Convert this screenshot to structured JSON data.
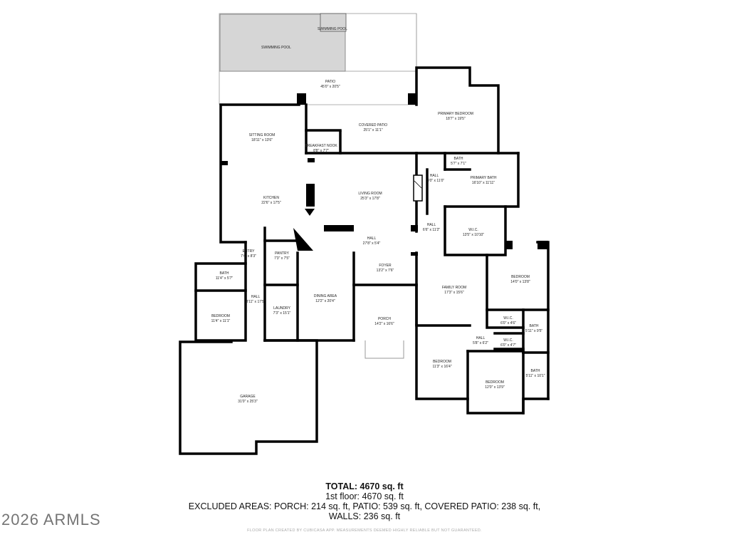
{
  "colors": {
    "wall": "#000000",
    "pool_fill": "#d6d6d6",
    "thin_line": "#9a9a9a",
    "window": "#ffffff"
  },
  "rooms": {
    "swimming_pool_large": {
      "name": "SWIMMING POOL",
      "dims": ""
    },
    "swimming_pool_small": {
      "name": "SWIMMING POOL",
      "dims": ""
    },
    "patio": {
      "name": "PATIO",
      "dims": "45'0\" x 20'5\""
    },
    "covered_patio": {
      "name": "COVERED PATIO",
      "dims": "25'1\" x 11'1\""
    },
    "primary_bedroom": {
      "name": "PRIMARY BEDROOM",
      "dims": "18'7\" x 19'5\""
    },
    "sitting_room": {
      "name": "SITTING ROOM",
      "dims": "18'11\" x 13'6\""
    },
    "breakfast_nook": {
      "name": "BREAKFAST NOOK",
      "dims": "8'8\" x 7'7\""
    },
    "bath_primary_small": {
      "name": "BATH",
      "dims": "5'7\" x 7'1\""
    },
    "hall_primary": {
      "name": "HALL",
      "dims": "3'0\" x 11'0\""
    },
    "primary_bath": {
      "name": "PRIMARY BATH",
      "dims": "16'10\" x 11'11\""
    },
    "kitchen": {
      "name": "KITCHEN",
      "dims": "22'6\" x 17'5\""
    },
    "living_room": {
      "name": "LIVING ROOM",
      "dims": "25'3\" x 17'8\""
    },
    "hall_east": {
      "name": "HALL",
      "dims": "6'6\" x 11'2\""
    },
    "wic_primary": {
      "name": "W.I.C.",
      "dims": "13'5\" x 10'10\""
    },
    "hall_central": {
      "name": "HALL",
      "dims": "27'8\" x 5'4\""
    },
    "entry": {
      "name": "ENTRY",
      "dims": "7'4\" x 8'3\""
    },
    "pantry": {
      "name": "PANTRY",
      "dims": "7'3\" x 7'5\""
    },
    "bath_west": {
      "name": "BATH",
      "dims": "11'4\" x 5'7\""
    },
    "foyer": {
      "name": "FOYER",
      "dims": "13'2\" x 7'6\""
    },
    "bedroom_east_top": {
      "name": "BEDROOM",
      "dims": "14'0\" x 13'8\""
    },
    "family_room": {
      "name": "FAMILY ROOM",
      "dims": "17'3\" x 15'6\""
    },
    "hall_west": {
      "name": "HALL",
      "dims": "3'11\" x 17'5\""
    },
    "laundry": {
      "name": "LAUNDRY",
      "dims": "7'3\" x 15'1\""
    },
    "dining_area": {
      "name": "DINING AREA",
      "dims": "12'2\" x 20'4\""
    },
    "bedroom_west": {
      "name": "BEDROOM",
      "dims": "11'4\" x 11'1\""
    },
    "porch": {
      "name": "PORCH",
      "dims": "14'2\" x 16'6\""
    },
    "wic_east_1": {
      "name": "W.I.C.",
      "dims": "6'0\" x 4'6\""
    },
    "bath_east_1": {
      "name": "BATH",
      "dims": "5'11\" x 9'5\""
    },
    "hall_east_small": {
      "name": "HALL",
      "dims": "5'8\" x 6'2\""
    },
    "wic_east_2": {
      "name": "W.I.C.",
      "dims": "6'0\" x 4'7\""
    },
    "bedroom_south_1": {
      "name": "BEDROOM",
      "dims": "11'3\" x 16'4\""
    },
    "bath_east_2": {
      "name": "BATH",
      "dims": "5'11\" x 10'1\""
    },
    "bedroom_south_2": {
      "name": "BEDROOM",
      "dims": "12'0\" x 13'9\""
    },
    "garage": {
      "name": "GARAGE",
      "dims": "31'0\" x 25'3\""
    }
  },
  "summary": {
    "total": "TOTAL: 4670 sq. ft",
    "floor": "1st floor: 4670 sq. ft",
    "excluded": "EXCLUDED AREAS: PORCH: 214 sq. ft, PATIO: 539 sq. ft, COVERED PATIO: 238 sq. ft,",
    "walls": "WALLS: 236 sq. ft"
  },
  "watermark": "2026 ARMLS",
  "disclaimer": "FLOOR PLAN CREATED BY CUBICASA APP. MEASUREMENTS DEEMED HIGHLY RELIABLE BUT NOT GUARANTEED."
}
